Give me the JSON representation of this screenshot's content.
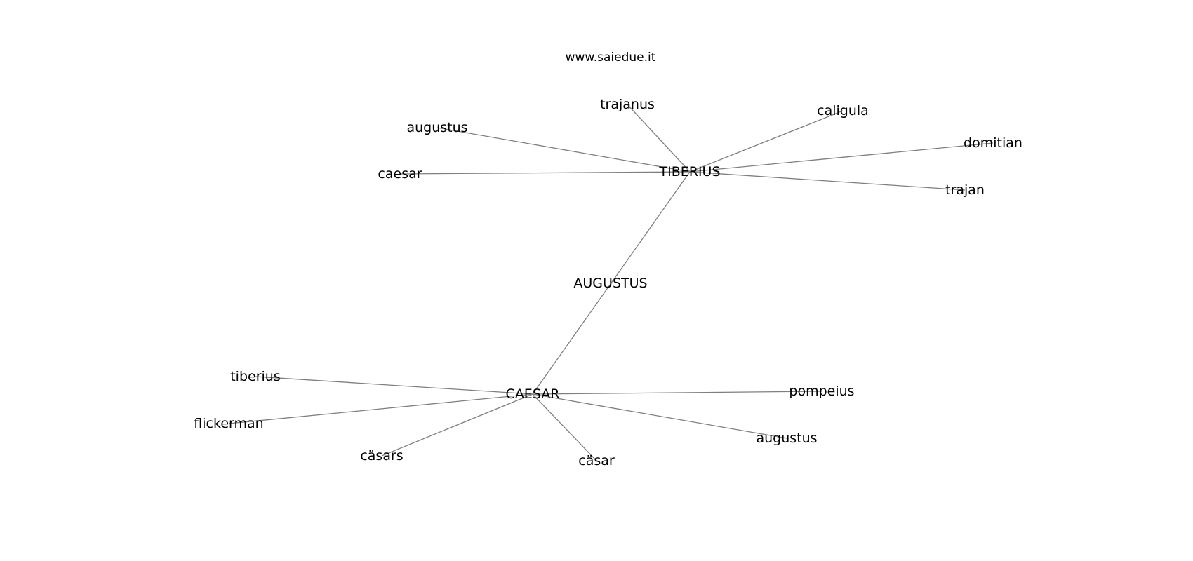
{
  "caption": "www.saiedue.it",
  "graph": {
    "edge_color": "#7f7f7f",
    "label_color": "#000000",
    "nodes": [
      {
        "id": "augustus_root",
        "label": "AUGUSTUS"
      },
      {
        "id": "tiberius_hub",
        "label": "TIBERIUS"
      },
      {
        "id": "caesar_hub",
        "label": "CAESAR"
      },
      {
        "id": "t_trajanus",
        "label": "trajanus"
      },
      {
        "id": "t_caligula",
        "label": "caligula"
      },
      {
        "id": "t_augustus",
        "label": "augustus"
      },
      {
        "id": "t_domitian",
        "label": "domitian"
      },
      {
        "id": "t_caesar",
        "label": "caesar"
      },
      {
        "id": "t_trajan",
        "label": "trajan"
      },
      {
        "id": "c_tiberius",
        "label": "tiberius"
      },
      {
        "id": "c_pompeius",
        "label": "pompeius"
      },
      {
        "id": "c_flickerman",
        "label": "flickerman"
      },
      {
        "id": "c_augustus",
        "label": "augustus"
      },
      {
        "id": "c_casars",
        "label": "cäsars"
      },
      {
        "id": "c_casar",
        "label": "cäsar"
      }
    ],
    "edges": [
      [
        "caesar_hub",
        "tiberius_hub"
      ],
      [
        "tiberius_hub",
        "t_trajanus"
      ],
      [
        "tiberius_hub",
        "t_caligula"
      ],
      [
        "tiberius_hub",
        "t_augustus"
      ],
      [
        "tiberius_hub",
        "t_domitian"
      ],
      [
        "tiberius_hub",
        "t_caesar"
      ],
      [
        "tiberius_hub",
        "t_trajan"
      ],
      [
        "caesar_hub",
        "c_tiberius"
      ],
      [
        "caesar_hub",
        "c_pompeius"
      ],
      [
        "caesar_hub",
        "c_flickerman"
      ],
      [
        "caesar_hub",
        "c_augustus"
      ],
      [
        "caesar_hub",
        "c_casars"
      ],
      [
        "caesar_hub",
        "c_casar"
      ]
    ]
  }
}
